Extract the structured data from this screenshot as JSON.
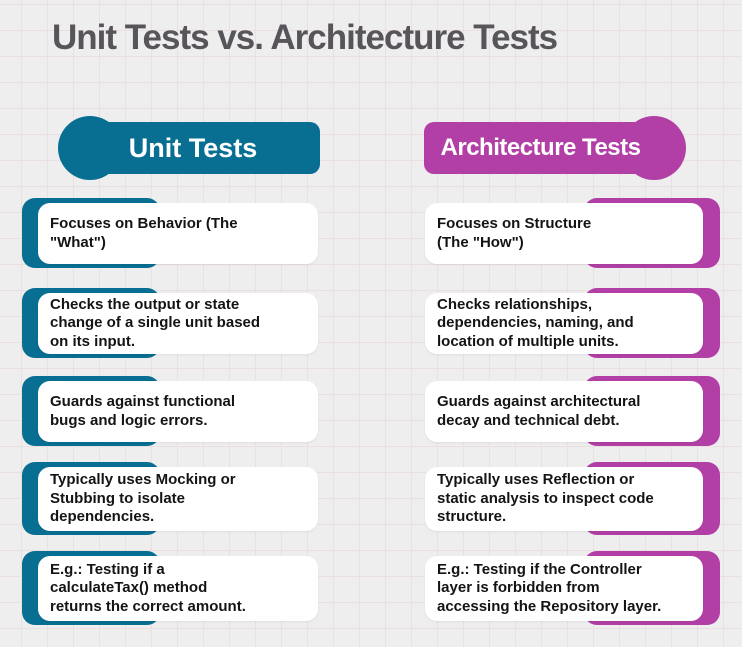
{
  "title": "Unit Tests vs. Architecture Tests",
  "colors": {
    "teal_accent": "#096f92",
    "magenta_accent": "#b23fa5",
    "title_text": "#57555a",
    "background": "#efeeef",
    "grid_line": "#eae0e2",
    "card_background": "#ffffff",
    "card_text": "#141414",
    "header_text": "#ffffff"
  },
  "columns": {
    "left": {
      "header": "Unit Tests",
      "cards": [
        "Focuses on Behavior (The\n\"What\")",
        "Checks the output or state\nchange of a single unit based\non its input.",
        "Guards against functional\nbugs and logic errors.",
        "Typically uses Mocking or\nStubbing to isolate\ndependencies.",
        "E.g.: Testing if a\ncalculateTax() method\nreturns the correct amount."
      ]
    },
    "right": {
      "header": "Architecture Tests",
      "cards": [
        "Focuses on Structure\n(The \"How\")",
        "Checks relationships,\ndependencies, naming, and\nlocation of multiple units.",
        "Guards against architectural\ndecay and technical debt.",
        "Typically uses Reflection or\nstatic analysis to inspect code\nstructure.",
        "E.g.: Testing if the Controller\nlayer is forbidden from\naccessing the Repository layer."
      ]
    }
  }
}
